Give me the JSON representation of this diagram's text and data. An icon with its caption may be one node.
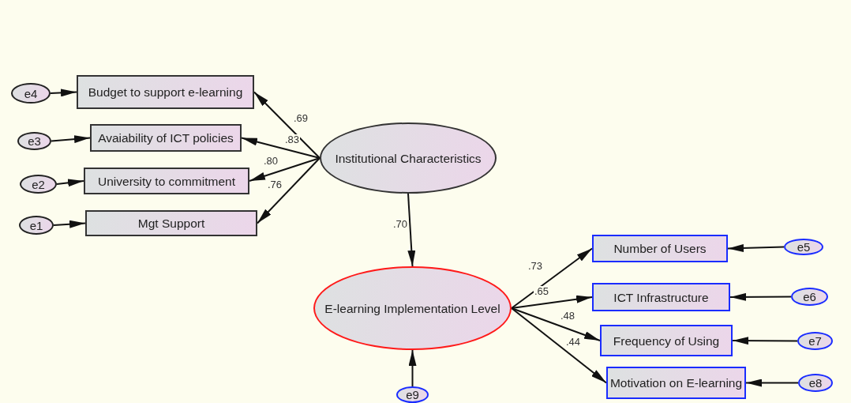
{
  "diagram": {
    "nodes": [
      {
        "text": [
          "Institutional Characteristics"
        ]
      },
      {
        "text": [
          "Budget to support e-learning"
        ]
      },
      {
        "text": [
          "Avaiability of ICT policies"
        ]
      },
      {
        "text": [
          "University to commitment"
        ]
      },
      {
        "text": [
          "Mgt Support"
        ]
      },
      {
        "text": [
          "e4"
        ]
      },
      {
        "text": [
          "e3"
        ]
      },
      {
        "text": [
          "e2"
        ]
      },
      {
        "text": [
          "e1"
        ]
      },
      {
        "text": [
          "E-learning Implementation Level"
        ]
      },
      {
        "text": [
          "e9"
        ]
      },
      {
        "text": [
          "Number of Users"
        ]
      },
      {
        "text": [
          "ICT Infrastructure"
        ]
      },
      {
        "text": [
          "Frequency of Using"
        ]
      },
      {
        "text": [
          "Motivation on E-learning"
        ]
      },
      {
        "text": [
          "e5"
        ]
      },
      {
        "text": [
          "e6"
        ]
      },
      {
        "text": [
          "e7"
        ]
      },
      {
        "text": [
          "e8"
        ]
      }
    ],
    "edges": [
      {
        "from": 0,
        "to": 1,
        "arrow": "to",
        "label": ".69"
      },
      {
        "from": 0,
        "to": 2,
        "arrow": "to",
        "label": ".83"
      },
      {
        "from": 0,
        "to": 3,
        "arrow": "to",
        "label": ".80"
      },
      {
        "from": 0,
        "to": 4,
        "arrow": "to",
        "label": ".76"
      },
      {
        "from": 5,
        "to": 1,
        "arrow": "to"
      },
      {
        "from": 6,
        "to": 2,
        "arrow": "to"
      },
      {
        "from": 7,
        "to": 3,
        "arrow": "to"
      },
      {
        "from": 8,
        "to": 4,
        "arrow": "to"
      },
      {
        "from": 0,
        "to": 9,
        "arrow": "to",
        "label": ".70"
      },
      {
        "from": 10,
        "to": 9,
        "arrow": "to"
      },
      {
        "from": 9,
        "to": 11,
        "arrow": "to",
        "label": ".73"
      },
      {
        "from": 9,
        "to": 12,
        "arrow": "to",
        "label": ".65"
      },
      {
        "from": 9,
        "to": 13,
        "arrow": "to",
        "label": ".48"
      },
      {
        "from": 9,
        "to": 14,
        "arrow": "to",
        "label": ".44"
      },
      {
        "from": 15,
        "to": 11,
        "arrow": "to"
      },
      {
        "from": 16,
        "to": 12,
        "arrow": "to"
      },
      {
        "from": 17,
        "to": 13,
        "arrow": "to"
      },
      {
        "from": 18,
        "to": 14,
        "arrow": "to"
      }
    ]
  }
}
